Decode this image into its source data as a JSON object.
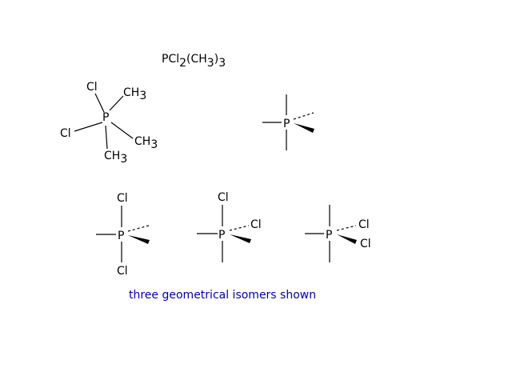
{
  "formula": {
    "base": "PCl",
    "s1": "2",
    "mid": "(CH",
    "s2": "3",
    "end": ")",
    "s3": "3"
  },
  "labels": {
    "cl": "Cl",
    "p": "P",
    "ch": "CH",
    "three": "3"
  },
  "caption": {
    "text": "three geometrical isomers shown",
    "color": "#0000aa"
  }
}
